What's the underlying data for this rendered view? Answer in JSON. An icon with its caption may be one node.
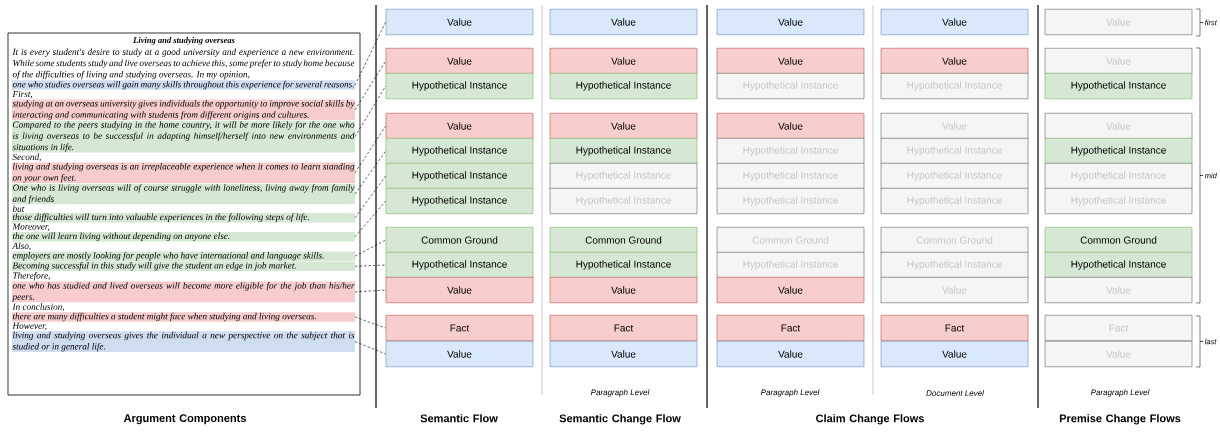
{
  "diagram": {
    "nodes": [
      {
        "text": [
          "Living and studying overseas"
        ]
      },
      {
        "text": [
          "one who studies overseas will gain many skills throughout this experience for several reasons."
        ],
        "in": 0
      },
      {
        "text": [
          "studying at an overseas university gives individuals the opportunity to improve social skills by interacting and communicating with students from different origins and cultures."
        ],
        "in": 0
      },
      {
        "text": [
          "Compared to the peers studying in the home country, it will be more likely for the one who is living overseas to be successful in adapting himself/herself into new environments and situations in life."
        ],
        "in": 0
      },
      {
        "text": [
          "living and studying overseas is an irreplaceable experience when it comes to learn standing on your own feet."
        ],
        "in": 0
      },
      {
        "text": [
          "One who is living overseas will of course struggle with loneliness, living away from family and friends"
        ],
        "in": 0
      },
      {
        "text": [
          "those difficulties will turn into valuable experiences in the following steps of life."
        ],
        "in": 0
      },
      {
        "text": [
          "the one will learn living without depending on anyone else."
        ],
        "in": 0
      },
      {
        "text": [
          "employers are mostly looking for people who have international and language skills."
        ],
        "in": 0
      },
      {
        "text": [
          "Becoming successful in this study will give the student an edge in job market."
        ],
        "in": 0
      },
      {
        "text": [
          "one who has studied and lived overseas will become more eligible for the job than his/her peers."
        ],
        "in": 0
      },
      {
        "text": [
          "there are many difficulties a student might face when studying and living overseas."
        ],
        "in": 0
      },
      {
        "text": [
          "living and studying overseas gives the individual a new perspective on the subject that is studied or in general life."
        ],
        "in": 0
      },
      {
        "text": [
          "Value"
        ]
      },
      {
        "text": [
          "Value"
        ]
      },
      {
        "text": [
          "Hypothetical Instance"
        ]
      },
      {
        "text": [
          "Value"
        ]
      },
      {
        "text": [
          "Hypothetical Instance"
        ]
      },
      {
        "text": [
          "Hypothetical Instance"
        ]
      },
      {
        "text": [
          "Hypothetical Instance"
        ]
      },
      {
        "text": [
          "Common Ground"
        ]
      },
      {
        "text": [
          "Hypothetical Instance"
        ]
      },
      {
        "text": [
          "Value"
        ]
      },
      {
        "text": [
          "Fact"
        ]
      },
      {
        "text": [
          "Value"
        ]
      },
      {
        "text": [
          "Value"
        ]
      },
      {
        "text": [
          "Value"
        ]
      },
      {
        "text": [
          "Hypothetical Instance"
        ]
      },
      {
        "text": [
          "Value"
        ]
      },
      {
        "text": [
          "Hypothetical Instance"
        ]
      },
      {
        "text": [
          "Hypothetical Instance"
        ]
      },
      {
        "text": [
          "Hypothetical Instance"
        ]
      },
      {
        "text": [
          "Common Ground"
        ]
      },
      {
        "text": [
          "Hypothetical Instance"
        ]
      },
      {
        "text": [
          "Value"
        ]
      },
      {
        "text": [
          "Fact"
        ]
      },
      {
        "text": [
          "Value"
        ]
      },
      {
        "text": [
          "Value"
        ]
      },
      {
        "text": [
          "Value"
        ]
      },
      {
        "text": [
          "Hypothetical Instance"
        ]
      },
      {
        "text": [
          "Value"
        ]
      },
      {
        "text": [
          "Hypothetical Instance"
        ]
      },
      {
        "text": [
          "Hypothetical Instance"
        ]
      },
      {
        "text": [
          "Hypothetical Instance"
        ]
      },
      {
        "text": [
          "Common Ground"
        ]
      },
      {
        "text": [
          "Hypothetical Instance"
        ]
      },
      {
        "text": [
          "Value"
        ]
      },
      {
        "text": [
          "Fact"
        ]
      },
      {
        "text": [
          "Value"
        ]
      },
      {
        "text": [
          "Value"
        ]
      },
      {
        "text": [
          "Value"
        ]
      },
      {
        "text": [
          "Hypothetical Instance"
        ]
      },
      {
        "text": [
          "Value"
        ]
      },
      {
        "text": [
          "Hypothetical Instance"
        ]
      },
      {
        "text": [
          "Hypothetical Instance"
        ]
      },
      {
        "text": [
          "Hypothetical Instance"
        ]
      },
      {
        "text": [
          "Common Ground"
        ]
      },
      {
        "text": [
          "Hypothetical Instance"
        ]
      },
      {
        "text": [
          "Value"
        ]
      },
      {
        "text": [
          "Fact"
        ]
      },
      {
        "text": [
          "Value"
        ]
      },
      {
        "text": [
          "Value"
        ]
      },
      {
        "text": [
          "Value"
        ]
      },
      {
        "text": [
          "Hypothetical Instance"
        ]
      },
      {
        "text": [
          "Value"
        ]
      },
      {
        "text": [
          "Hypothetical Instance"
        ]
      },
      {
        "text": [
          "Hypothetical Instance"
        ]
      },
      {
        "text": [
          "Hypothetical Instance"
        ]
      },
      {
        "text": [
          "Common Ground"
        ]
      },
      {
        "text": [
          "Hypothetical Instance"
        ]
      },
      {
        "text": [
          "Value"
        ]
      },
      {
        "text": [
          "Fact"
        ]
      },
      {
        "text": [
          "Value"
        ]
      }
    ],
    "edges": [
      {
        "from": 1,
        "to": 13,
        "arrow": "none",
        "style": "dashed"
      },
      {
        "from": 2,
        "to": 14,
        "arrow": "none",
        "style": "dashed"
      },
      {
        "from": 3,
        "to": 15,
        "arrow": "none",
        "style": "dashed"
      },
      {
        "from": 4,
        "to": 16,
        "arrow": "none",
        "style": "dashed"
      },
      {
        "from": 5,
        "to": 17,
        "arrow": "none",
        "style": "dashed"
      },
      {
        "from": 6,
        "to": 18,
        "arrow": "none",
        "style": "dashed"
      },
      {
        "from": 7,
        "to": 19,
        "arrow": "none",
        "style": "dashed"
      },
      {
        "from": 8,
        "to": 20,
        "arrow": "none",
        "style": "dashed"
      },
      {
        "from": 9,
        "to": 21,
        "arrow": "none",
        "style": "dashed"
      },
      {
        "from": 10,
        "to": 22,
        "arrow": "none",
        "style": "dashed"
      },
      {
        "from": 11,
        "to": 23,
        "arrow": "none",
        "style": "dashed"
      },
      {
        "from": 12,
        "to": 24,
        "arrow": "none",
        "style": "dashed"
      }
    ],
    "labels": [
      "It is every student's desire to study at a good university and experience a new environment. While some students study and live overseas to achieve this, some prefer to study home because of the difficulties of living and studying overseas. In my opinion,",
      "First,",
      "Second,",
      "but",
      "Moreover,",
      "Also,",
      "Therefore,",
      "In conclusion,",
      "However,",
      "first",
      "mid",
      "last",
      "Paragraph Level",
      "Paragraph Level",
      "Document Level",
      "Paragraph Level",
      "Argument Components",
      "Semantic Flow",
      "Semantic Change Flow",
      "Claim Change Flows",
      "Premise Change Flows"
    ]
  }
}
